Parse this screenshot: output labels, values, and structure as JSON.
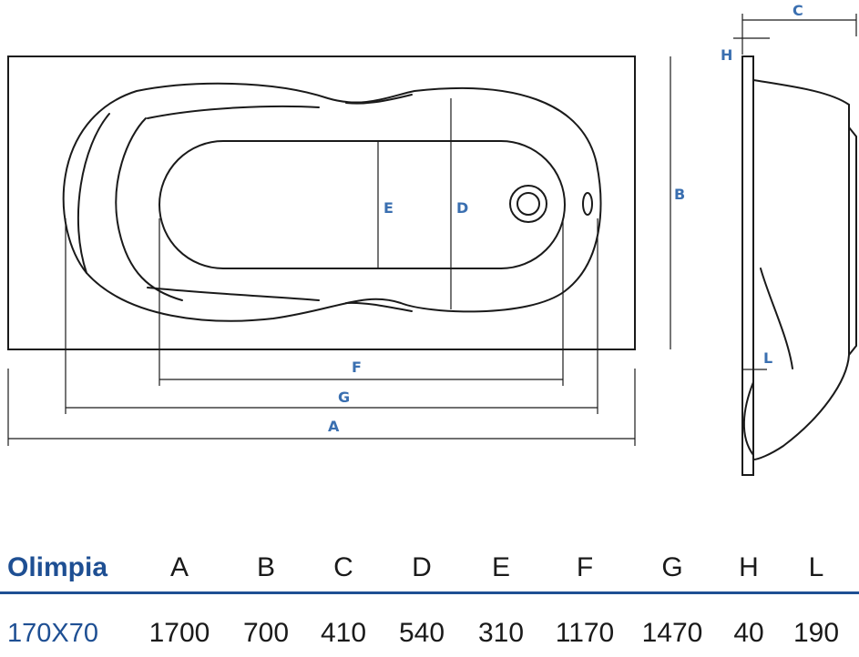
{
  "diagram": {
    "dimension_labels": [
      "A",
      "B",
      "C",
      "D",
      "E",
      "F",
      "G",
      "H",
      "L"
    ]
  },
  "table": {
    "product_name": "Olimpia",
    "columns": [
      "A",
      "B",
      "C",
      "D",
      "E",
      "F",
      "G",
      "H",
      "L"
    ],
    "model": "170X70",
    "values": [
      "1700",
      "700",
      "410",
      "540",
      "310",
      "1170",
      "1470",
      "40",
      "190"
    ]
  },
  "colors": {
    "brand": "#1e4f93",
    "label": "#3a6fb0",
    "line": "#1a1a1a"
  }
}
